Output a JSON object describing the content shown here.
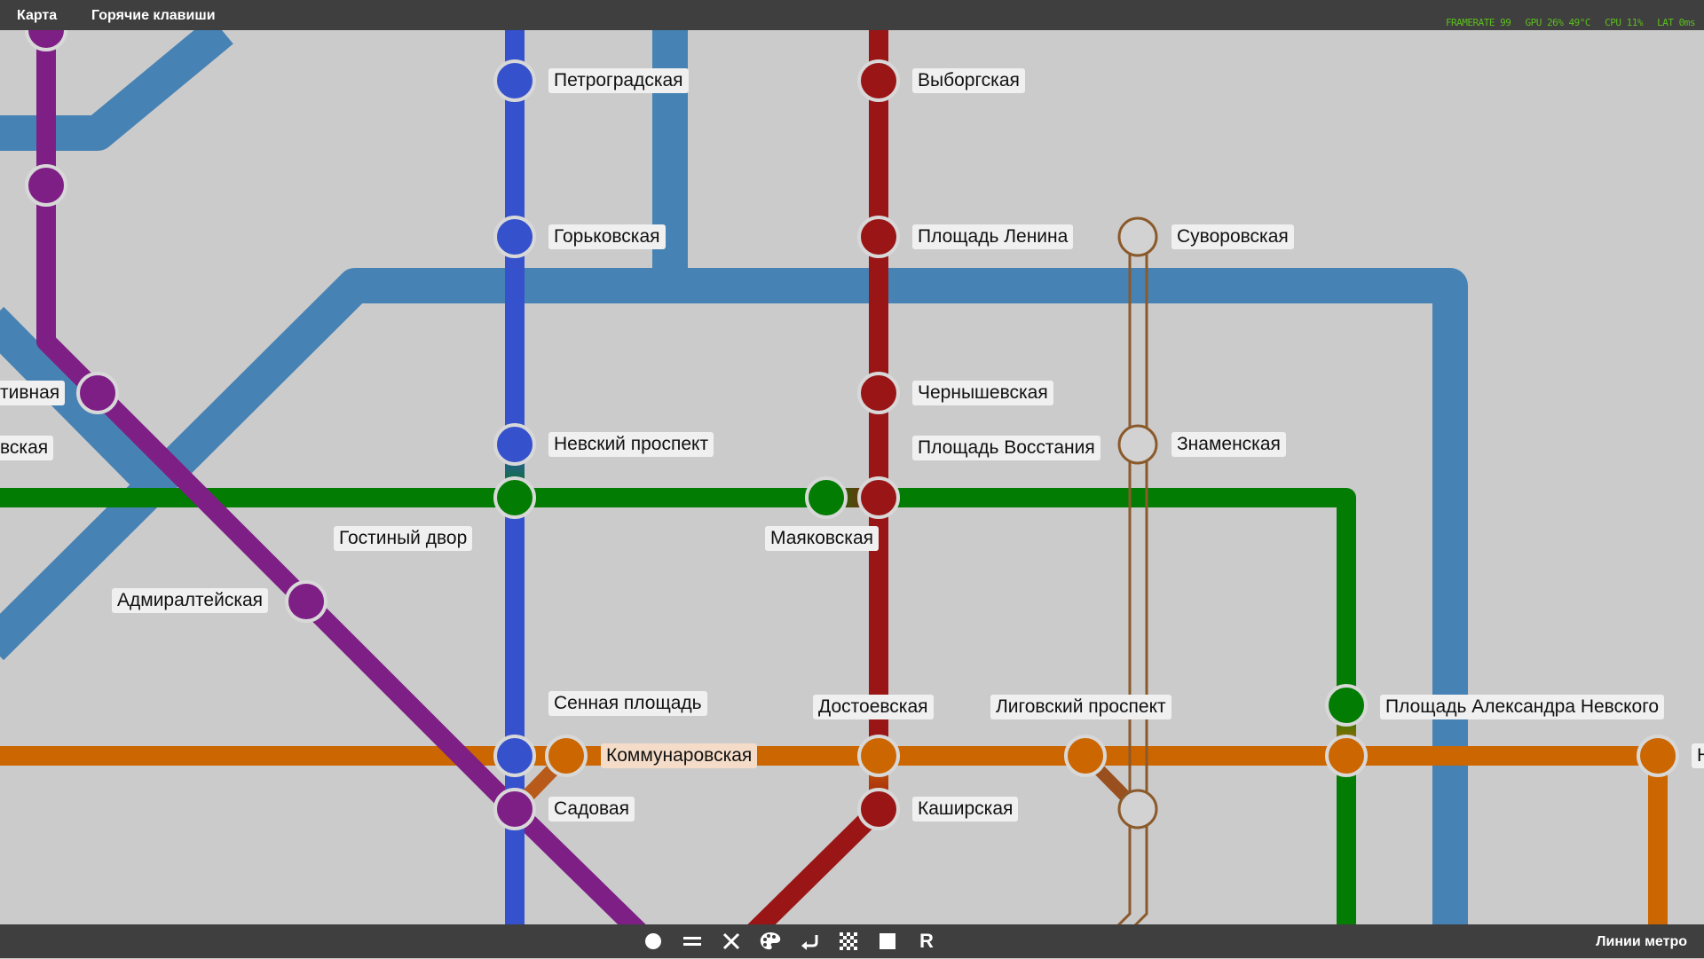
{
  "menu": {
    "map": "Карта",
    "hotkeys": "Горячие клавиши"
  },
  "hud": {
    "items": [
      "FRAMERATE 99",
      "GPU 26% 49°C",
      "CPU 11%",
      "LAT 0ms"
    ]
  },
  "toolbar": {
    "tools": [
      {
        "name": "add-station-tool",
        "icon": "circle-icon"
      },
      {
        "name": "add-line-tool",
        "icon": "double-line-icon"
      },
      {
        "name": "delete-tool",
        "icon": "cross-icon"
      },
      {
        "name": "color-tool",
        "icon": "palette-icon"
      },
      {
        "name": "undo-tool",
        "icon": "undo-arrow-icon"
      },
      {
        "name": "grid-tool",
        "icon": "checkerboard-icon"
      },
      {
        "name": "square-tool",
        "icon": "square-icon"
      },
      {
        "name": "reset-tool",
        "label": "R"
      }
    ],
    "lines_button": "Линии метро"
  },
  "colors": {
    "background": "#cbcbcb",
    "bar": "#3f3f3f",
    "line_purple": "#7e1f86",
    "line_lightblue": "#4682b4",
    "line_blue": "#3552cc",
    "line_red": "#9a1515",
    "line_green": "#027c02",
    "line_orange": "#cc6600",
    "line_brown": "#8b5a2b"
  },
  "stations": [
    {
      "name": "Петроградская",
      "line": "blue"
    },
    {
      "name": "Горьковская",
      "line": "blue"
    },
    {
      "name": "Невский проспект",
      "line": "blue"
    },
    {
      "name": "Гостиный двор",
      "line": "green"
    },
    {
      "name": "Сенная площадь",
      "line": "blue"
    },
    {
      "name": "Коммунаровская",
      "line": "orange"
    },
    {
      "name": "Садовая",
      "line": "purple"
    },
    {
      "name": "Адмиралтейская",
      "line": "purple"
    },
    {
      "name": "тивная",
      "line": "purple"
    },
    {
      "name": "вская",
      "line": "lightblue"
    },
    {
      "name": "Выборгская",
      "line": "red"
    },
    {
      "name": "Площадь Ленина",
      "line": "red"
    },
    {
      "name": "Чернышевская",
      "line": "red"
    },
    {
      "name": "Площадь Восстания",
      "line": "red"
    },
    {
      "name": "Маяковская",
      "line": "green"
    },
    {
      "name": "Достоевская",
      "line": "orange"
    },
    {
      "name": "Каширская",
      "line": "red"
    },
    {
      "name": "Суворовская",
      "line": "brown"
    },
    {
      "name": "Знаменская",
      "line": "brown"
    },
    {
      "name": "Лиговский проспект",
      "line": "orange"
    },
    {
      "name": "Площадь Александра Невского",
      "line": "green"
    },
    {
      "name": "Н",
      "line": "orange"
    }
  ]
}
